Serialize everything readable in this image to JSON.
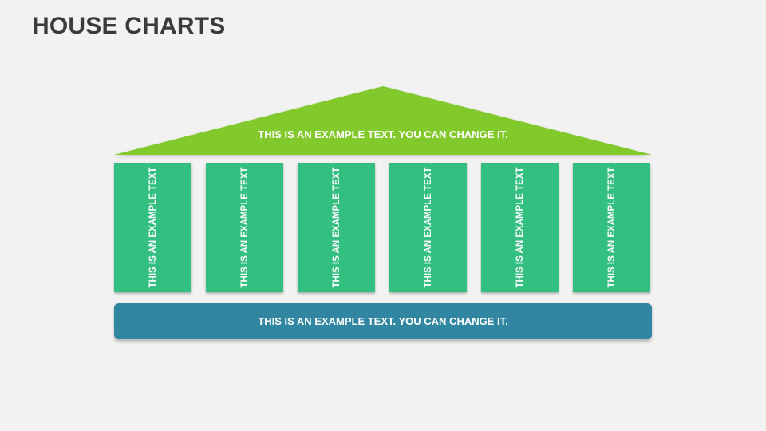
{
  "page": {
    "title": "HOUSE CHARTS"
  },
  "roof": {
    "text": "THIS IS AN EXAMPLE TEXT. YOU CAN CHANGE IT.",
    "color": "#82c92c"
  },
  "pillars": [
    {
      "text": "THIS IS AN EXAMPLE TEXT"
    },
    {
      "text": "THIS IS AN EXAMPLE TEXT"
    },
    {
      "text": "THIS IS AN EXAMPLE TEXT"
    },
    {
      "text": "THIS IS AN EXAMPLE TEXT"
    },
    {
      "text": "THIS IS AN EXAMPLE TEXT"
    },
    {
      "text": "THIS IS AN EXAMPLE TEXT"
    }
  ],
  "pillar_color": "#33bf80",
  "base": {
    "text": "THIS IS AN EXAMPLE TEXT. YOU CAN CHANGE IT.",
    "color": "#3187a2"
  },
  "colors": {
    "background": "#f2f2f2",
    "title": "#3b3b3b"
  }
}
